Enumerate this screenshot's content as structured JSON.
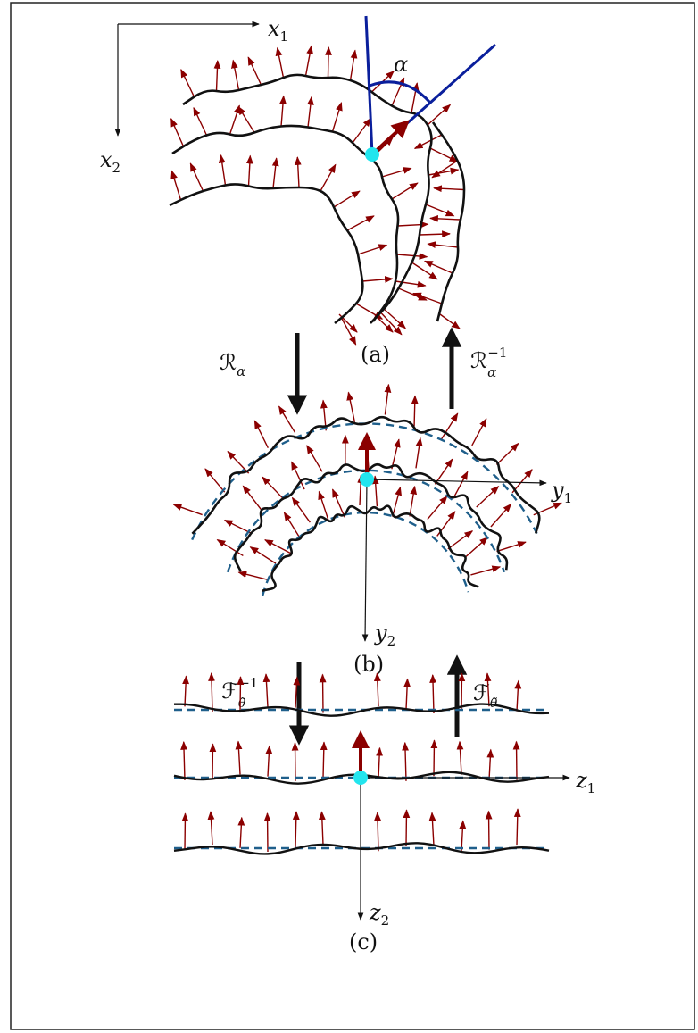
{
  "panels": {
    "a": "(a)",
    "b": "(b)",
    "c": "(c)"
  },
  "axes": {
    "x1": {
      "base": "x",
      "sub": "1"
    },
    "x2": {
      "base": "x",
      "sub": "2"
    },
    "y1": {
      "base": "y",
      "sub": "1"
    },
    "y2": {
      "base": "y",
      "sub": "2"
    },
    "z1": {
      "base": "z",
      "sub": "1"
    },
    "z2": {
      "base": "z",
      "sub": "2"
    }
  },
  "angle_label": "α",
  "operators": {
    "rotation": {
      "base": "ℛ",
      "sub": "α",
      "sup": ""
    },
    "rotation_inverse": {
      "base": "ℛ",
      "sub": "α",
      "sup": "−1"
    },
    "flatten_inverse": {
      "base": "ℱ",
      "sub": "θ̃",
      "sup": "−1"
    },
    "flatten": {
      "base": "ℱ",
      "sub": "θ̃",
      "sup": ""
    }
  },
  "colors": {
    "curve": "#111111",
    "normal_arrow": "#8b0000",
    "fit_dash": "#1f5f8b",
    "angle_lines": "#0a1f9c",
    "point": "#22e5ee",
    "frame": "#222222"
  }
}
